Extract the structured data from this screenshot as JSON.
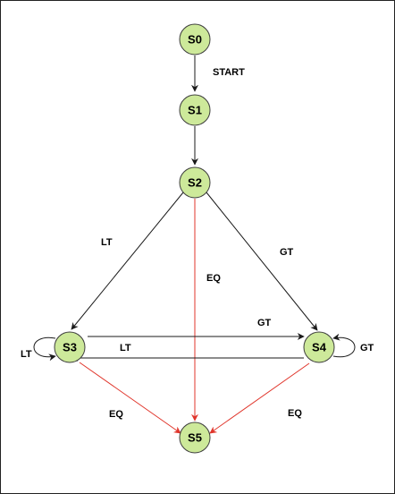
{
  "nodes": [
    {
      "id": "S0",
      "label": "S0"
    },
    {
      "id": "S1",
      "label": "S1"
    },
    {
      "id": "S2",
      "label": "S2"
    },
    {
      "id": "S3",
      "label": "S3"
    },
    {
      "id": "S4",
      "label": "S4"
    },
    {
      "id": "S5",
      "label": "S5"
    }
  ],
  "edges": [
    {
      "from": "S0",
      "to": "S1",
      "label": "START",
      "color": "#1a1a1a"
    },
    {
      "from": "S1",
      "to": "S2",
      "label": "",
      "color": "#1a1a1a"
    },
    {
      "from": "S2",
      "to": "S3",
      "label": "LT",
      "color": "#1a1a1a"
    },
    {
      "from": "S2",
      "to": "S4",
      "label": "GT",
      "color": "#1a1a1a"
    },
    {
      "from": "S2",
      "to": "S5",
      "label": "EQ",
      "color": "#e0352b"
    },
    {
      "from": "S3",
      "to": "S4",
      "label": "GT",
      "color": "#1a1a1a"
    },
    {
      "from": "S4",
      "to": "S3",
      "label": "LT",
      "color": "#1a1a1a"
    },
    {
      "from": "S3",
      "to": "S3",
      "label": "LT",
      "color": "#1a1a1a"
    },
    {
      "from": "S4",
      "to": "S4",
      "label": "GT",
      "color": "#1a1a1a"
    },
    {
      "from": "S3",
      "to": "S5",
      "label": "EQ",
      "color": "#e0352b"
    },
    {
      "from": "S4",
      "to": "S5",
      "label": "EQ",
      "color": "#e0352b"
    }
  ],
  "colors": {
    "node_fill": "#cde99a",
    "node_stroke": "#3d3d3d",
    "edge_default": "#1a1a1a",
    "edge_eq": "#e0352b"
  }
}
